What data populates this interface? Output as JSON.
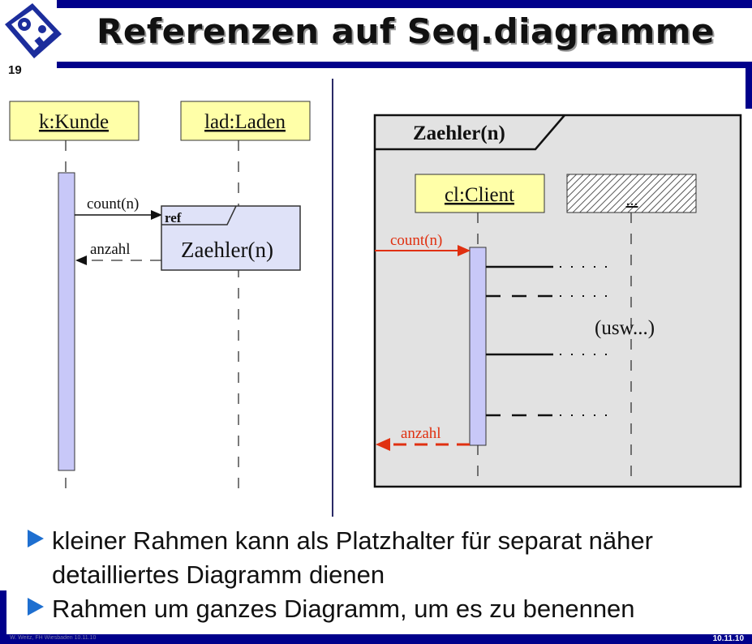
{
  "slide": {
    "title": "Referenzen auf Seq.diagramme",
    "page_number": "19",
    "footer_left": "W. Weitz, FH Wiesbaden 10.11.10",
    "footer_date": "10.11.10"
  },
  "left_diagram": {
    "lifeline_1": "k:Kunde",
    "lifeline_2": "lad:Laden",
    "message_call": "count(n)",
    "message_return": "anzahl",
    "ref_tag": "ref",
    "ref_name": "Zaehler(n)"
  },
  "right_diagram": {
    "frame_name": "Zaehler(n)",
    "lifeline_client": "cl:Client",
    "lifeline_other": "...",
    "message_call": "count(n)",
    "message_return": "anzahl",
    "etc_note": "(usw...)"
  },
  "bullets": [
    "kleiner Rahmen kann als Platzhalter für separat näher detailliertes Diagramm dienen",
    "Rahmen um ganzes Diagramm, um es zu benennen"
  ],
  "colors": {
    "header_blue": "#00008b",
    "lifeline_box": "#ffffa8",
    "activation": "#c8c8f8",
    "frame_gray": "#e2e2e2",
    "message_red": "#e03010",
    "bullet_blue": "#1e6fd0"
  }
}
